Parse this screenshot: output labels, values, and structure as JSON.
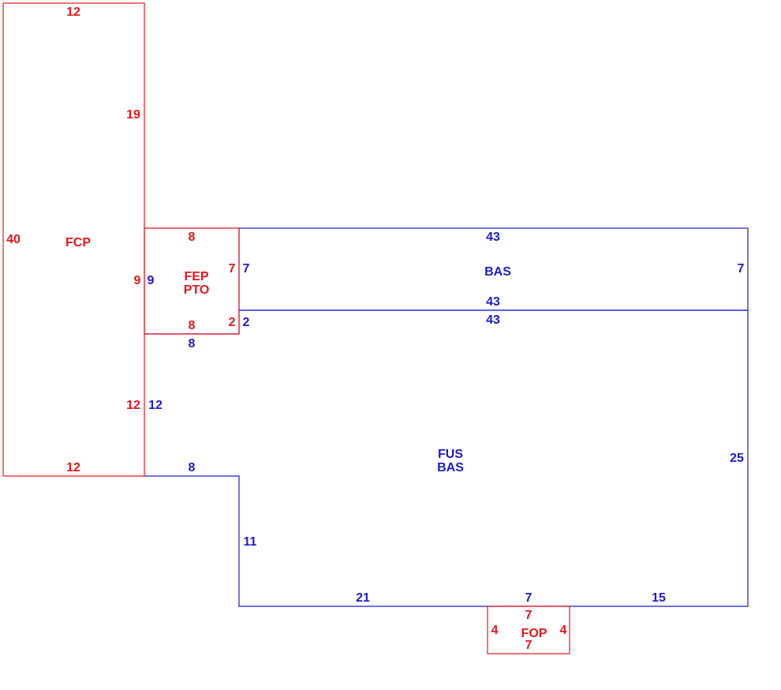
{
  "colors": {
    "red": "#e8141c",
    "blue": "#1c1ccc",
    "background": "#ffffff"
  },
  "areas": {
    "fcp": {
      "code": "FCP"
    },
    "fep": {
      "line1": "FEP",
      "line2": "PTO"
    },
    "bas": {
      "code": "BAS"
    },
    "fus": {
      "line1": "FUS",
      "line2": "BAS"
    },
    "fop": {
      "code": "FOP"
    }
  },
  "dimensions": {
    "fcp_top": "12",
    "fcp_right_upper": "19",
    "fcp_left": "40",
    "fcp_right_mid": "9",
    "fcp_right_lower": "12",
    "fcp_bottom": "12",
    "fep_top": "8",
    "fep_right": "7",
    "fep_bottom": "8",
    "fep_right_lower": "2",
    "bas_left": "9",
    "bas_left_upper": "7",
    "bas_top": "43",
    "bas_right": "7",
    "bas_bottom": "43",
    "fus_top": "43",
    "fus_left_upper": "2",
    "fus_notch_top": "8",
    "fus_left_mid": "12",
    "fus_notch_bottom": "8",
    "fus_right": "25",
    "fus_left_lower": "11",
    "fus_bottom_left": "21",
    "fus_bottom_mid": "7",
    "fus_bottom_right": "15",
    "fop_top": "7",
    "fop_left": "4",
    "fop_right": "4",
    "fop_bottom": "7"
  }
}
